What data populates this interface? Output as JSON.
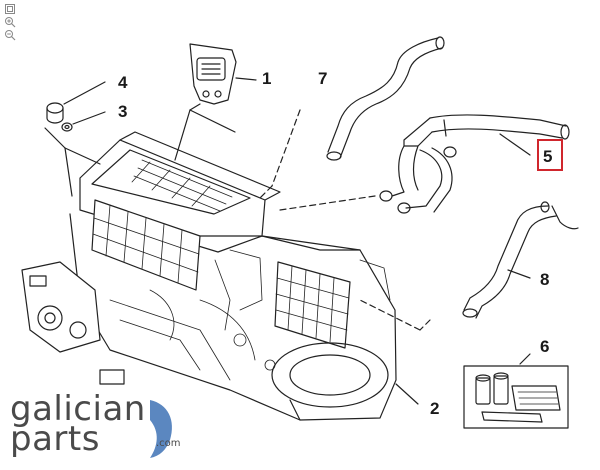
{
  "toolbar": {
    "icons": [
      "zoom-reset-icon",
      "zoom-in-icon",
      "zoom-out-icon"
    ]
  },
  "callouts": [
    {
      "id": "1",
      "label": "1",
      "highlighted": false
    },
    {
      "id": "2",
      "label": "2",
      "highlighted": false
    },
    {
      "id": "3",
      "label": "3",
      "highlighted": false
    },
    {
      "id": "4",
      "label": "4",
      "highlighted": false
    },
    {
      "id": "5",
      "label": "5",
      "highlighted": true
    },
    {
      "id": "6",
      "label": "6",
      "highlighted": false
    },
    {
      "id": "7",
      "label": "7",
      "highlighted": false
    },
    {
      "id": "8",
      "label": "8",
      "highlighted": false
    }
  ],
  "logo": {
    "line1": "galician",
    "line2": "parts",
    "domain": ".com"
  },
  "colors": {
    "line": "#222222",
    "highlight_box": "#d0262d",
    "logo_text": "#4a4a4a",
    "logo_accent": "#5b87c0"
  }
}
